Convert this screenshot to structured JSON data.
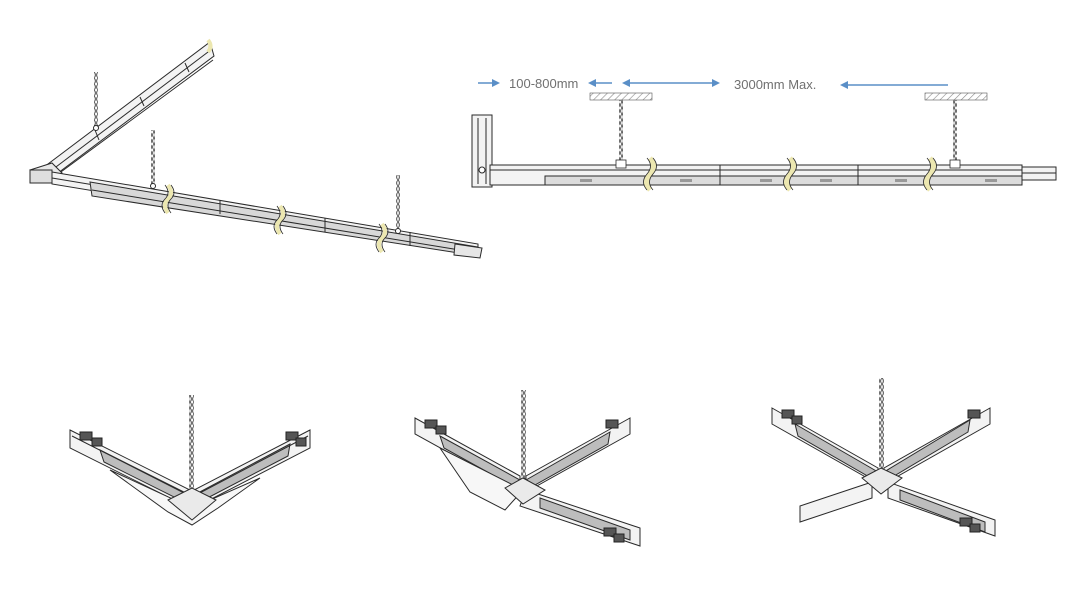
{
  "dimensions": {
    "spacing_label": "100-800mm",
    "max_span_label": "3000mm Max."
  },
  "colors": {
    "arrow": "#5a8fc7",
    "label": "#707070",
    "line": "#2a2a2a",
    "rail_fill": "#f2f2f2",
    "rail_dark": "#9a9a9a",
    "break_mark": "#ece7b0",
    "ceiling_hatch": "#888888"
  },
  "figures": [
    "isometric-l-track-suspension",
    "side-elevation-suspension-spacing",
    "l-connector-detail",
    "t-connector-detail",
    "x-connector-detail"
  ]
}
